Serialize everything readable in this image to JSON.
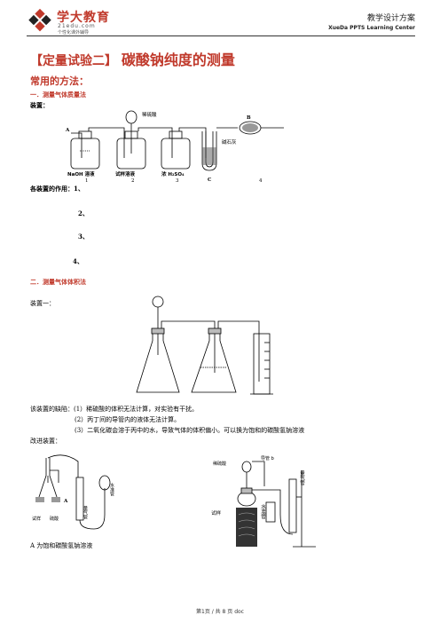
{
  "header": {
    "logo_title": "学大教育",
    "logo_url": "21edu.com",
    "logo_slogan": "个性化课外辅导",
    "doc_type": "教学设计方案",
    "center_name": "XueDa PPTS Learning Center"
  },
  "title": {
    "tag": "【定量试验二】",
    "main": "碳酸钠纯度的测量"
  },
  "methods_heading": "常用的方法：",
  "section1": {
    "heading": "一．测量气体质量法",
    "device_label": "装置：",
    "figure": {
      "label_acid": "稀硫酸",
      "label_A": "A",
      "label_B": "B",
      "label_C": "C",
      "label_lime": "碱石灰",
      "bottle_labels": [
        "NaOH 溶液",
        "试样溶液",
        "浓 H₂SO₄"
      ],
      "numbers": [
        "1",
        "2",
        "3",
        "4"
      ]
    },
    "roles_label": "各装置的作用：1、",
    "roles": [
      "2、",
      "3、",
      "4、"
    ]
  },
  "section2": {
    "heading": "二．测量气体体积法",
    "device1_label": "装置一：",
    "drawbacks": [
      "该装置的缺陷：(1）稀硫酸的体积无法计算，对实验有干扰。",
      "(2）丙丁间的导管内的液体无法计算。",
      "(3）二氧化碳会溶于丙中的水，导致气体的体积偏小。可以换为饱和的碳酸氢钠溶液"
    ],
    "improved_label": "改进装置：",
    "fig_left": {
      "label_A": "A",
      "label_sample": "试样",
      "label_acid": "硫酸",
      "label_tube": "量气管",
      "label_glass": "水准管"
    },
    "fig_right": {
      "label_acid": "稀硫酸",
      "label_tube_b": "导管 b",
      "label_gas": "量气管",
      "label_water": "水准管",
      "label_sample": "试样"
    },
    "note": "A 为饱和碳酸氢钠溶液"
  },
  "footer": "第1页 / 共 8 页 doc"
}
